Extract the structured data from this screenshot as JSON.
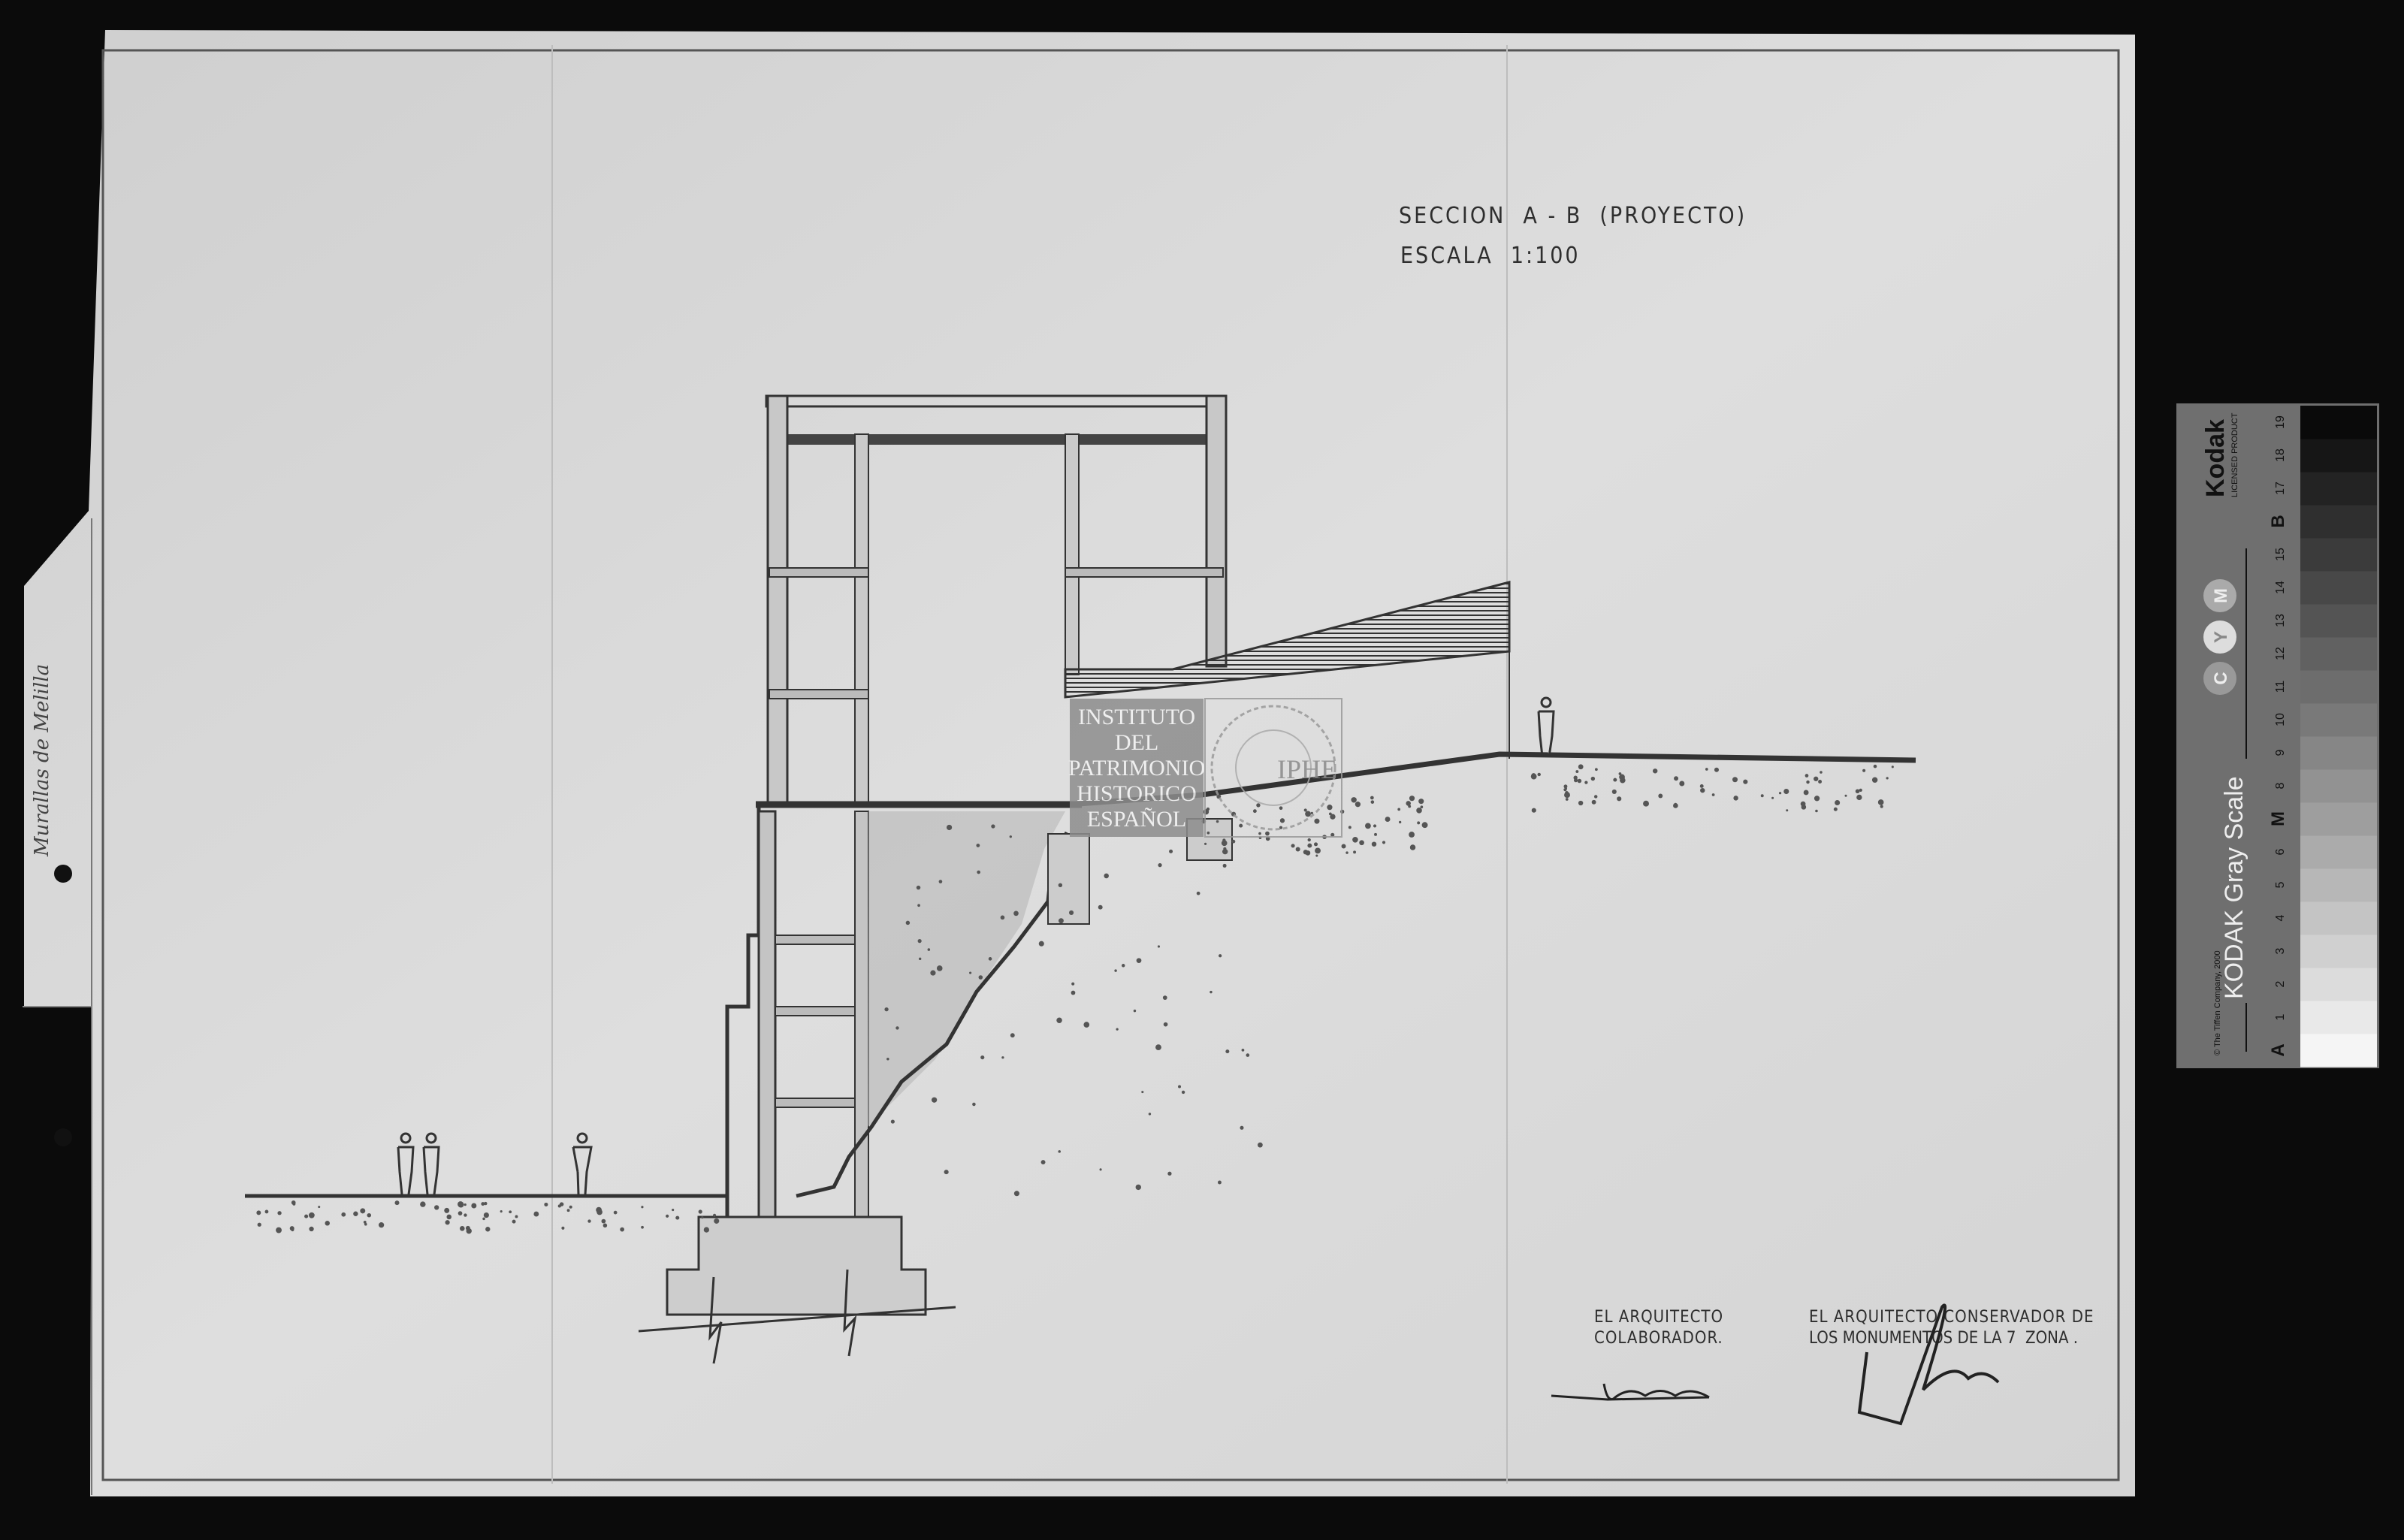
{
  "drawing": {
    "title": "SECCION  A - B  (PROYECTO)",
    "scale": "ESCALA  1:100",
    "margin_note": "Murallas de Melilla",
    "signature_left_label": [
      "EL ARQUITECTO",
      "COLABORADOR."
    ],
    "signature_right_label": [
      "EL ARQUITECTO CONSERVADOR DE",
      "LOS MONUMENTOS DE LA 7  ZONA ."
    ]
  },
  "watermark": {
    "lines": [
      "INSTITUTO",
      "DEL",
      "PATRIMONIO",
      "HISTORICO",
      "ESPAÑOL"
    ],
    "acronym": "IPHE"
  },
  "gray_scale_card": {
    "brand": "Kodak",
    "brand_sub": "LICENSED PRODUCT",
    "title": "KODAK Gray Scale",
    "copyright": "© The Tiffen Company, 2000",
    "color_marks": [
      "C",
      "Y",
      "M"
    ],
    "patch_labels": [
      "A",
      "1",
      "2",
      "3",
      "4",
      "5",
      "6",
      "M",
      "8",
      "9",
      "10",
      "11",
      "12",
      "13",
      "14",
      "15",
      "B",
      "17",
      "18",
      "19"
    ]
  }
}
